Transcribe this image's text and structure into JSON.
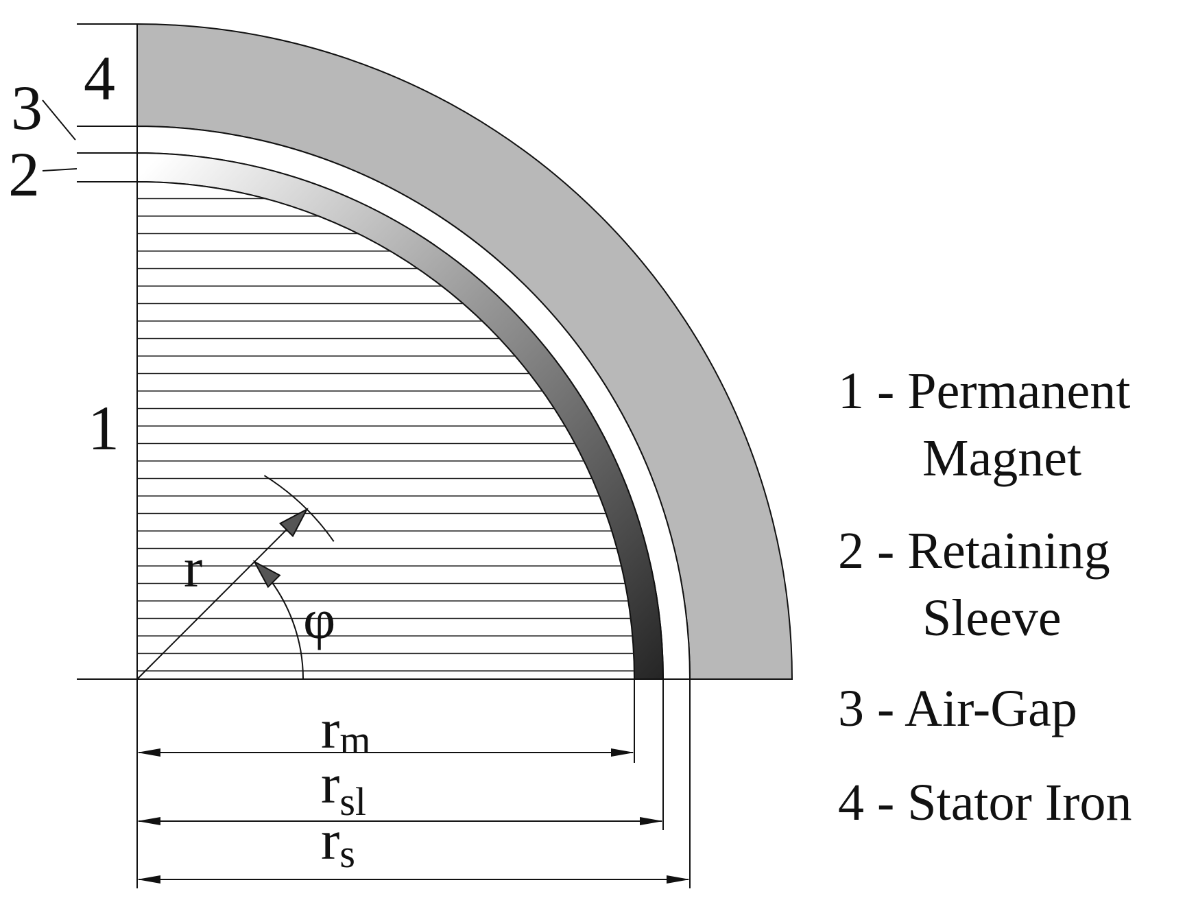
{
  "layers": [
    {
      "number": "1",
      "name_line1": "Permanent",
      "name_line2": "Magnet"
    },
    {
      "number": "2",
      "name_line1": "Retaining",
      "name_line2": "Sleeve"
    },
    {
      "number": "3",
      "name_line1": "Air-Gap",
      "name_line2": ""
    },
    {
      "number": "4",
      "name_line1": "Stator Iron",
      "name_line2": ""
    }
  ],
  "legend": {
    "item1_line1": "1 - Permanent",
    "item1_line2": "Magnet",
    "item2_line1": "2 - Retaining",
    "item2_line2": "Sleeve",
    "item3": "3 - Air-Gap",
    "item4": "4 - Stator Iron"
  },
  "symbols": {
    "radius": "r",
    "angle": "φ",
    "r_main": "r",
    "rm_sub": "m",
    "rsl_sub": "sl",
    "rs_sub": "s"
  },
  "colors": {
    "magnet_fill": "#ffffff",
    "hatch": "#222222",
    "sleeve_dark": "#2a2a2a",
    "sleeve_light": "#ffffff",
    "airgap": "#ffffff",
    "stator": "#b8b8b8",
    "line": "#111111"
  }
}
